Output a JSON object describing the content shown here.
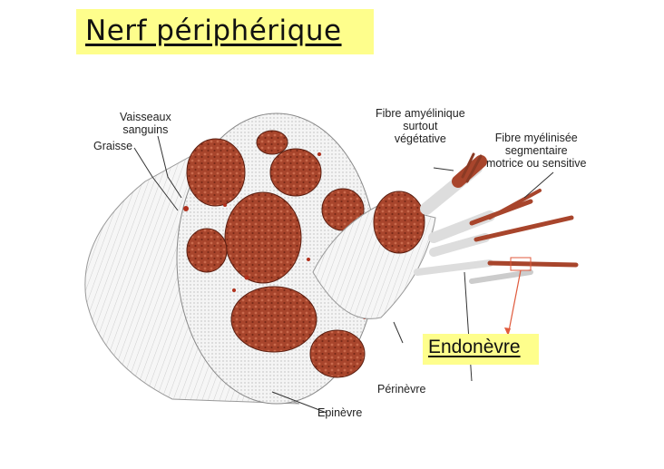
{
  "title": "Nerf périphérique",
  "labels": {
    "vaisseaux": [
      "Vaisseaux",
      "sanguins"
    ],
    "graisse": "Graisse",
    "fibre_amyelinique": [
      "Fibre amyélinique",
      "surtout",
      "végétative"
    ],
    "fibre_myelinisee": [
      "Fibre myélinisée",
      "segmentaire",
      "motrice ou sensitive"
    ],
    "endonevre": "Endonèvre",
    "perinevre": "Périnèvre",
    "epinevre": "Epinèvre"
  },
  "colors": {
    "highlight": "#fefe8c",
    "fascicle": "#a8452c",
    "fascicle_dark": "#7a2a18",
    "vessel": "#b0301c",
    "pointer": "#e05a3c"
  }
}
